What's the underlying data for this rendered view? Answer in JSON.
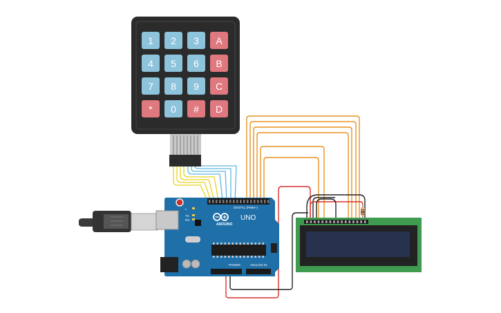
{
  "keypad": {
    "rows": [
      [
        {
          "label": "1",
          "kind": "num"
        },
        {
          "label": "2",
          "kind": "num"
        },
        {
          "label": "3",
          "kind": "num"
        },
        {
          "label": "A",
          "kind": "letter"
        }
      ],
      [
        {
          "label": "4",
          "kind": "num"
        },
        {
          "label": "5",
          "kind": "num"
        },
        {
          "label": "6",
          "kind": "num"
        },
        {
          "label": "B",
          "kind": "letter"
        }
      ],
      [
        {
          "label": "7",
          "kind": "num"
        },
        {
          "label": "8",
          "kind": "num"
        },
        {
          "label": "9",
          "kind": "num"
        },
        {
          "label": "C",
          "kind": "letter"
        }
      ],
      [
        {
          "label": "*",
          "kind": "letter"
        },
        {
          "label": "0",
          "kind": "num"
        },
        {
          "label": "#",
          "kind": "letter"
        },
        {
          "label": "D",
          "kind": "letter"
        }
      ]
    ],
    "colors": {
      "body": "#2b2b2b",
      "num": "#8ec3dc",
      "letter": "#e0787f"
    }
  },
  "arduino": {
    "model_label": "UNO",
    "brand_label": "ARDUINO",
    "digital_label": "DIGITAL (PWM~)",
    "power_label": "POWER",
    "analog_label": "ANALOG IN",
    "tx_label": "TX",
    "rx_label": "RX",
    "l_label": "L",
    "board_color": "#1f6fa8"
  },
  "lcd": {
    "board_color": "#3f9b4f",
    "screen_color": "#27324f"
  },
  "wires": {
    "colors": {
      "orange": "#e8921e",
      "yellow": "#e8d21e",
      "blue": "#5fb7df",
      "red": "#d9302a",
      "black": "#222222"
    }
  }
}
